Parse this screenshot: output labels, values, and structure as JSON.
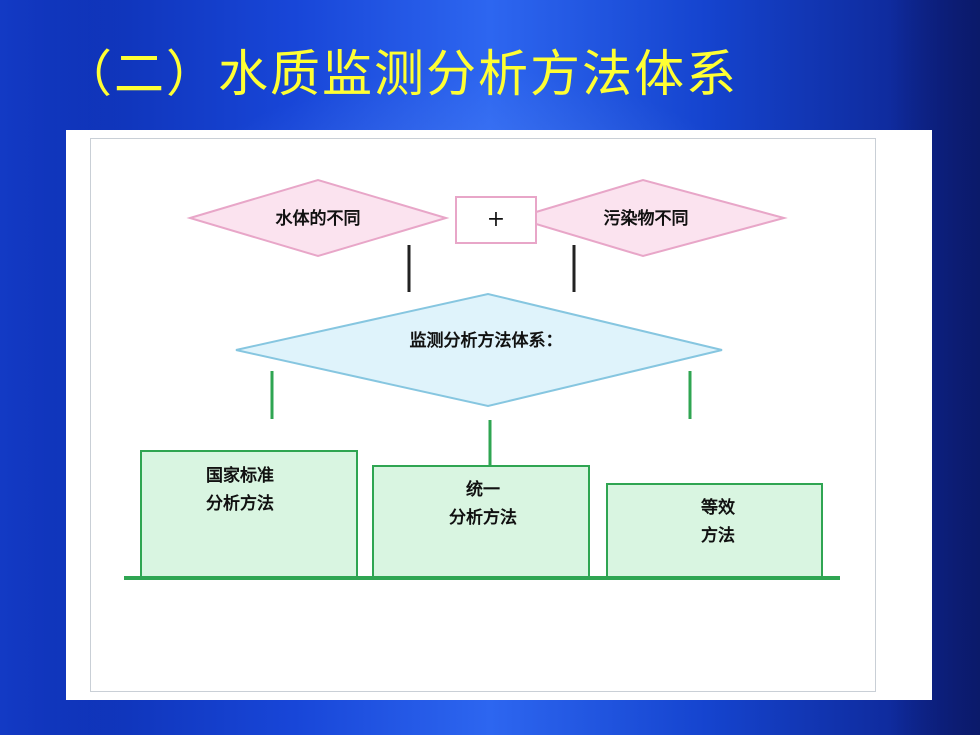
{
  "title": "（二）水质监测分析方法体系",
  "diagram": {
    "top_left": "水体的不同",
    "plus": "+",
    "top_right": "污染物不同",
    "center": "监测分析方法体系：",
    "boxes": [
      {
        "line1": "国家标准",
        "line2": "分析方法"
      },
      {
        "line1": "统一",
        "line2": "分析方法"
      },
      {
        "line1": "等效",
        "line2": "方法"
      }
    ]
  },
  "colors": {
    "title": "#ffff33",
    "pink_diamond": "#fbe3ef",
    "pink_stroke": "#e8a6c8",
    "blue_diamond": "#dff3fb",
    "blue_stroke": "#86c6e0",
    "box_fill": "#d9f5e1",
    "box_stroke": "#2fa552"
  }
}
